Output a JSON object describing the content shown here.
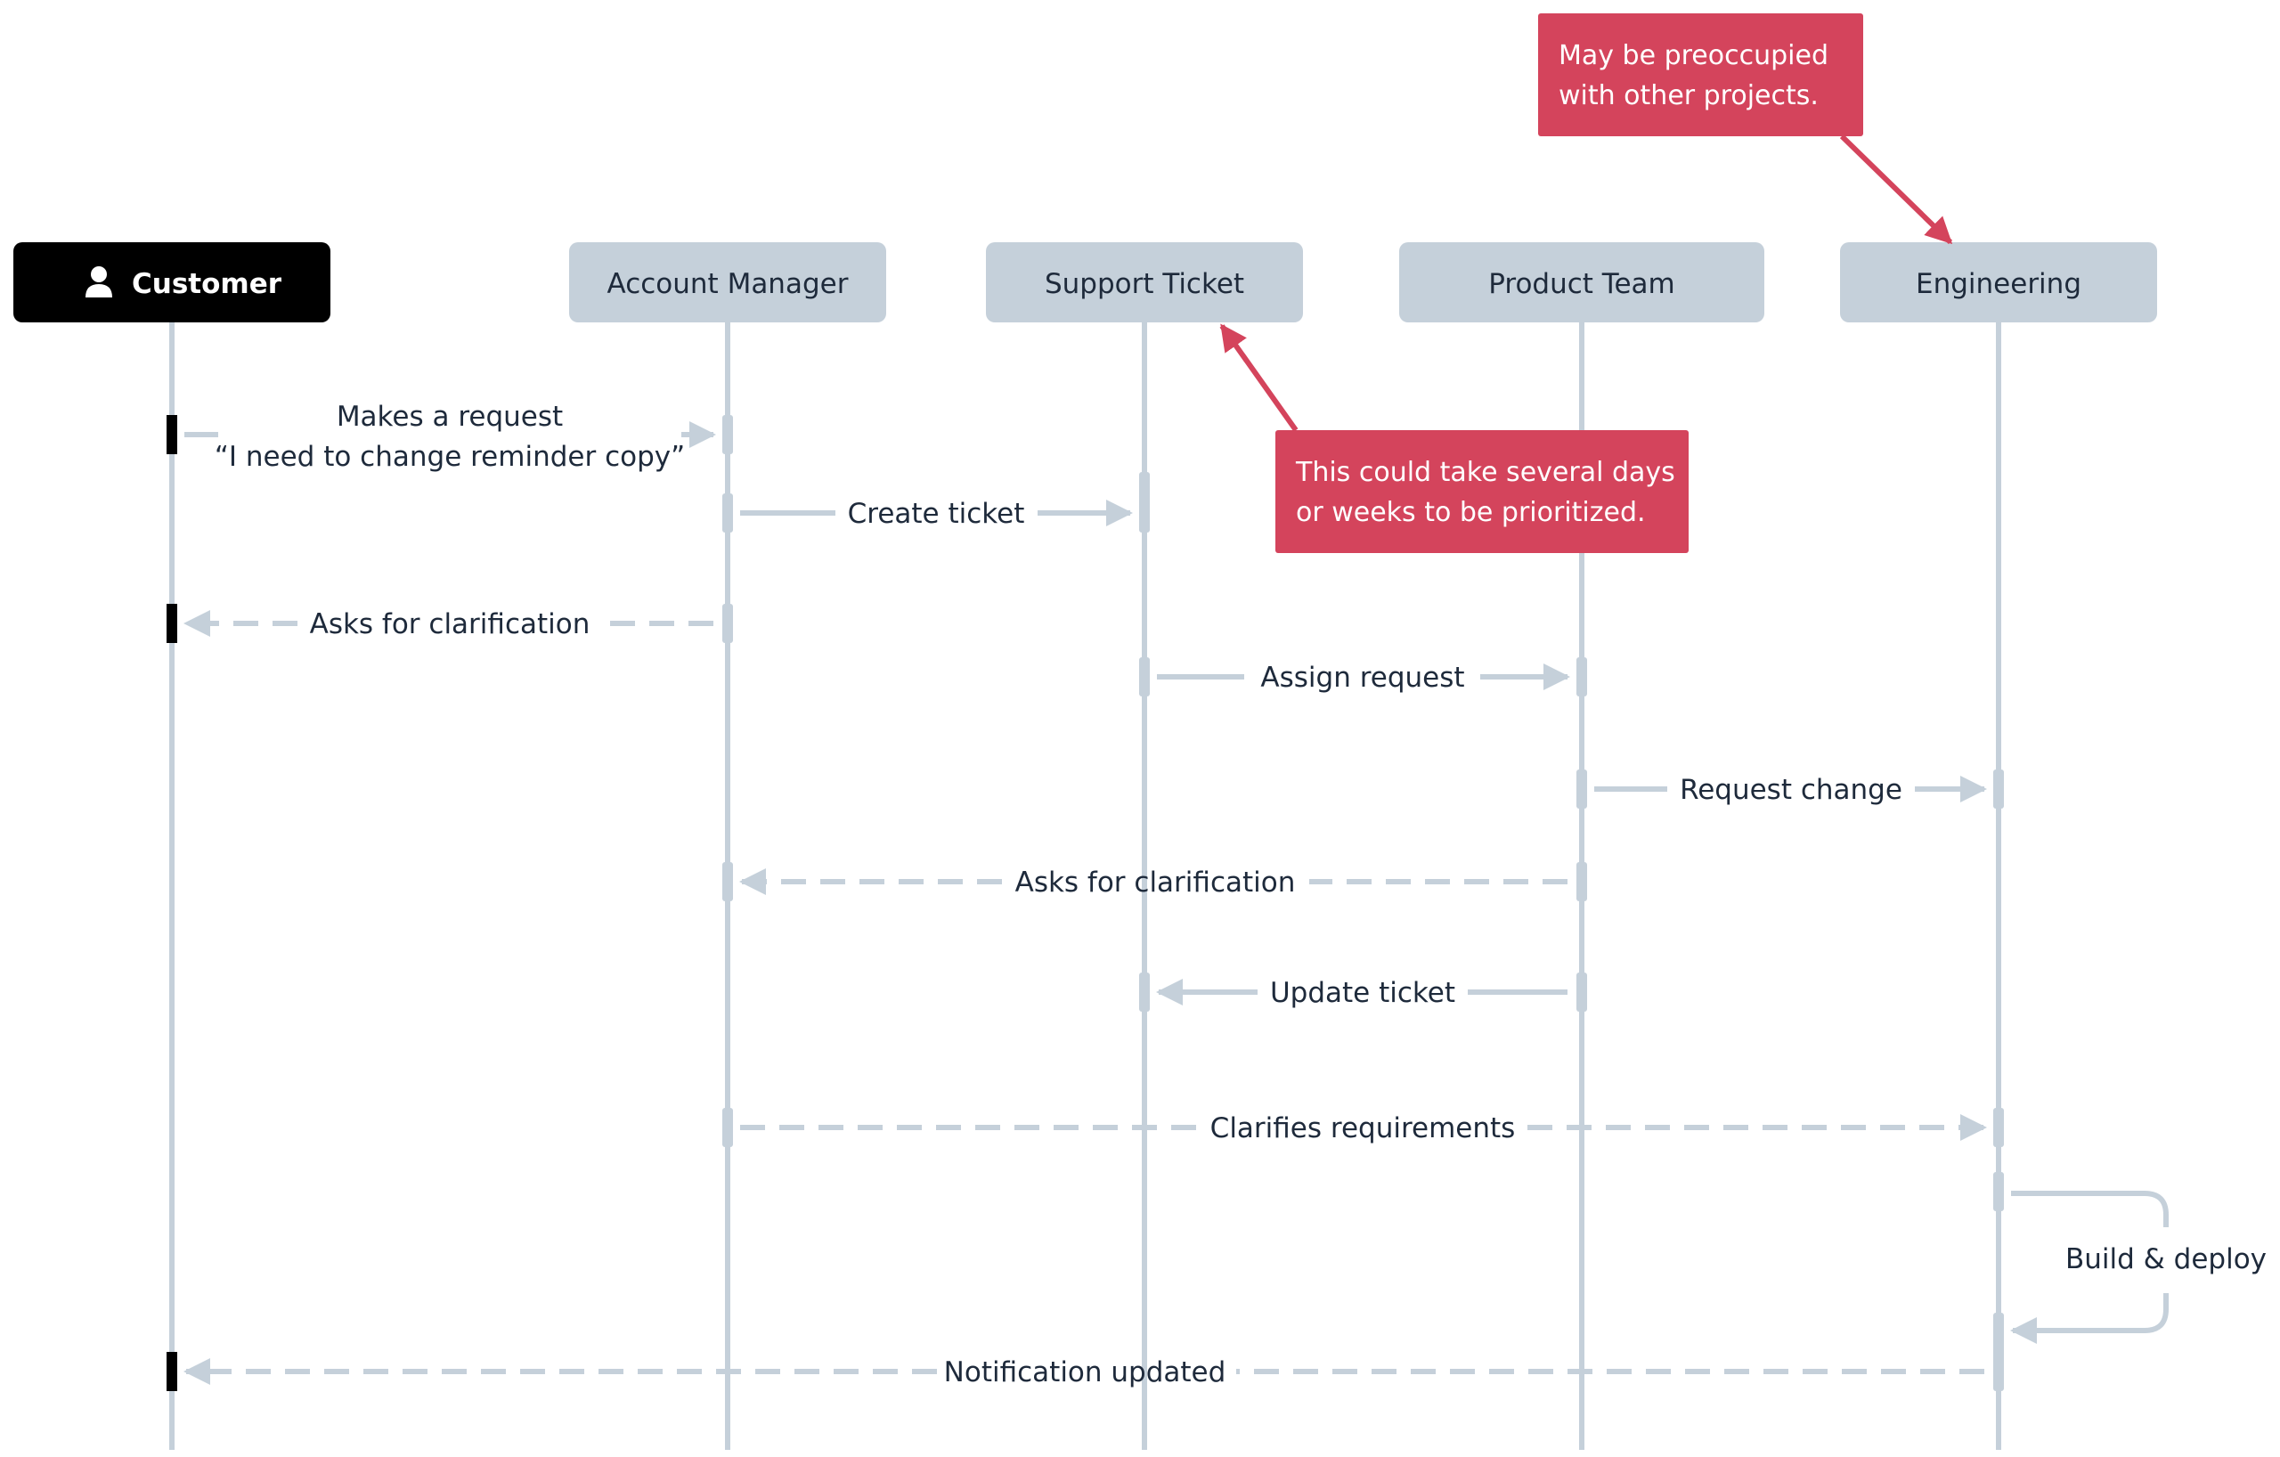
{
  "participants": [
    {
      "name": "Customer",
      "icon": "user-icon",
      "highlighted": true
    },
    {
      "name": "Account Manager"
    },
    {
      "name": "Support Ticket"
    },
    {
      "name": "Product Team"
    },
    {
      "name": "Engineering"
    }
  ],
  "messages": [
    {
      "from": 0,
      "to": 1,
      "style": "solid",
      "lines": [
        "Makes a request",
        "“I need to change reminder copy”"
      ]
    },
    {
      "from": 1,
      "to": 2,
      "style": "solid",
      "lines": [
        "Create ticket"
      ]
    },
    {
      "from": 1,
      "to": 0,
      "style": "dashed",
      "lines": [
        "Asks for clarification"
      ]
    },
    {
      "from": 2,
      "to": 3,
      "style": "solid",
      "lines": [
        "Assign request"
      ]
    },
    {
      "from": 3,
      "to": 4,
      "style": "solid",
      "lines": [
        "Request change"
      ]
    },
    {
      "from": 3,
      "to": 1,
      "style": "dashed",
      "lines": [
        "Asks for clarification"
      ]
    },
    {
      "from": 3,
      "to": 2,
      "style": "solid",
      "lines": [
        "Update ticket"
      ]
    },
    {
      "from": 1,
      "to": 4,
      "style": "dashed",
      "lines": [
        "Clarifies requirements"
      ]
    },
    {
      "from": 4,
      "to": 4,
      "style": "self",
      "lines": [
        "Build & deploy"
      ]
    },
    {
      "from": 4,
      "to": 0,
      "style": "dashed",
      "lines": [
        "Notification updated"
      ]
    }
  ],
  "notes": [
    {
      "lines": [
        "May be preoccupied",
        "with other projects."
      ],
      "points_to": "Engineering"
    },
    {
      "lines": [
        "This could take several days",
        "or weeks to be prioritized."
      ],
      "points_to": "Support Ticket"
    }
  ],
  "colors": {
    "lifeline": "#c5d0da",
    "header_fill": "#c5d0da",
    "customer_fill": "#000000",
    "note_fill": "#d4445c",
    "text": "#1e2a3b"
  }
}
